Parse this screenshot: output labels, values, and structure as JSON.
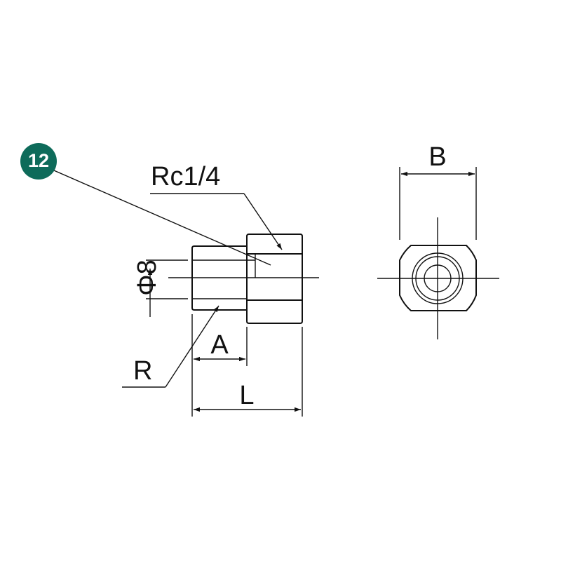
{
  "drawing": {
    "part_number": "12",
    "badge_color": "#0e6b5a",
    "line_color": "#111111",
    "labels": {
      "thread_rc": "Rc1/4",
      "diameter": "Φ8",
      "dim_a": "A",
      "dim_r": "R",
      "dim_l": "L",
      "dim_b": "B"
    }
  }
}
